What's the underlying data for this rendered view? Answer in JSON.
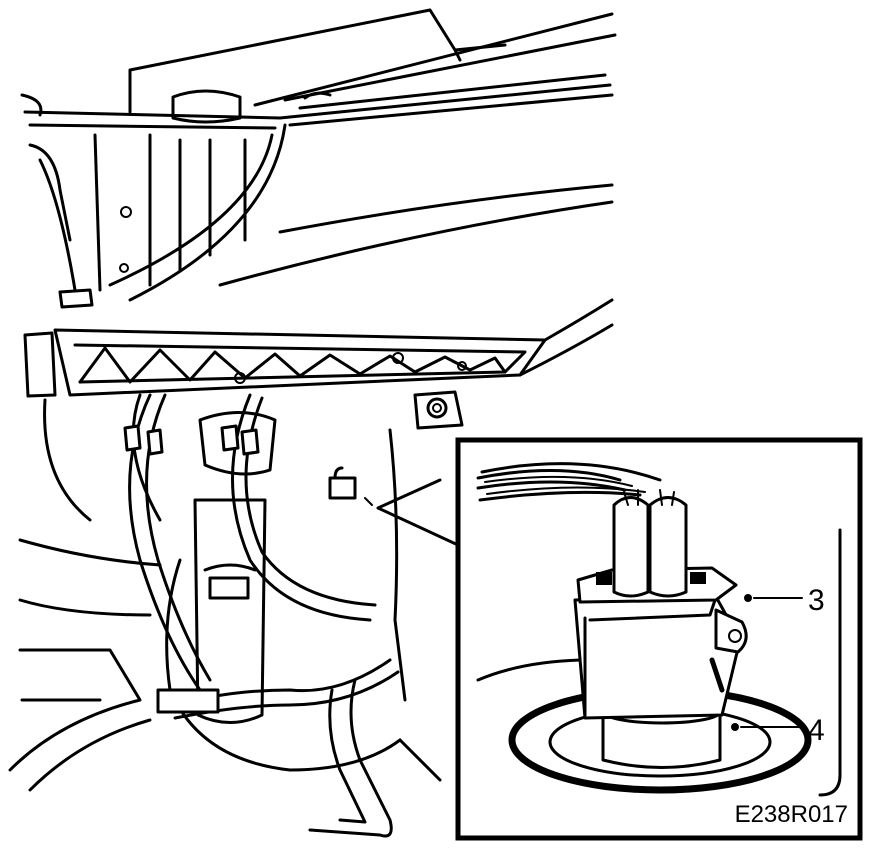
{
  "diagram": {
    "callouts": [
      {
        "id": "3",
        "label": "3"
      },
      {
        "id": "4",
        "label": "4"
      }
    ],
    "figure_code": "E238R017",
    "colors": {
      "ink": "#000000",
      "paper": "#ffffff"
    }
  }
}
